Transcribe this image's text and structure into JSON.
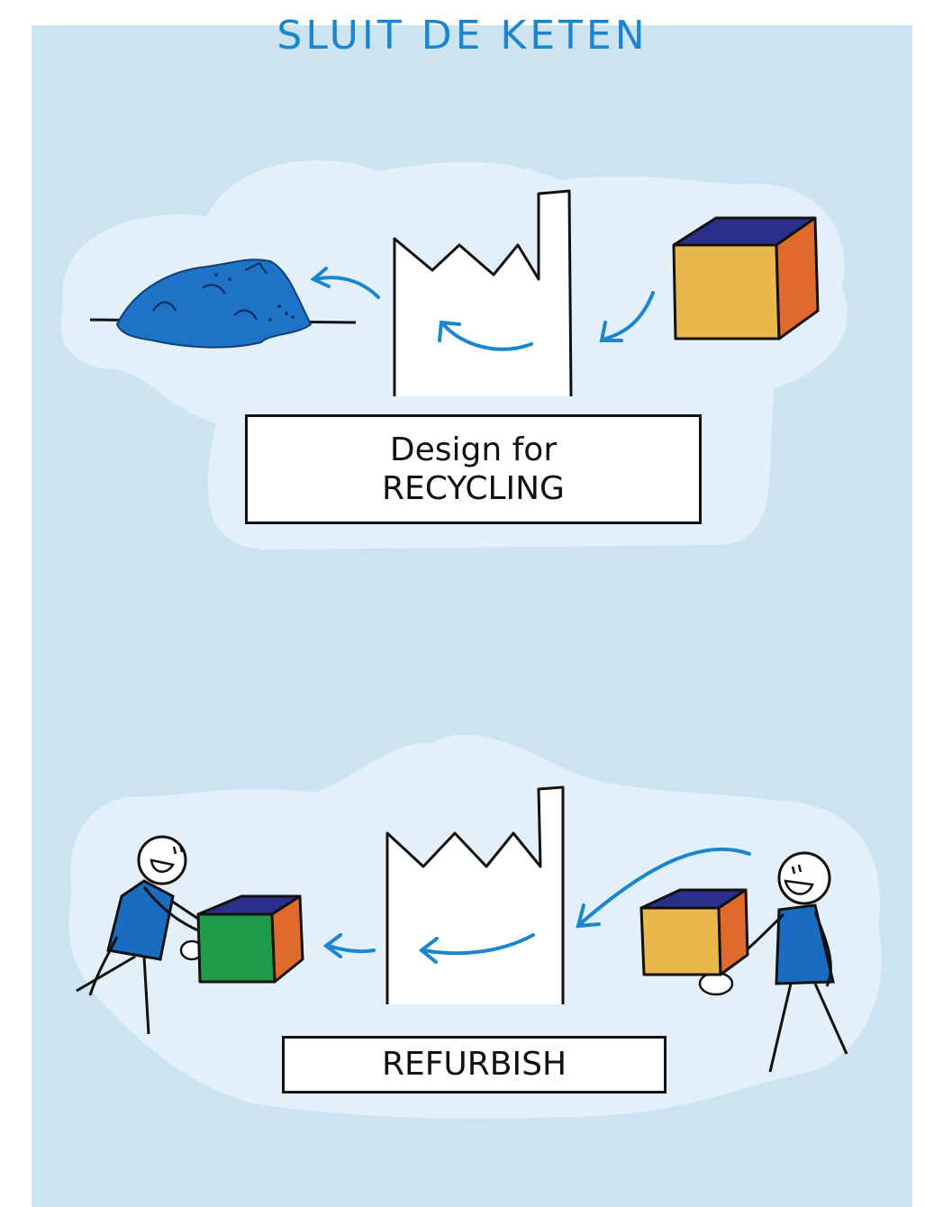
{
  "title": "SLUIT DE KETEN",
  "panels": [
    {
      "label_line1": "Design for",
      "label_line2": "RECYCLING"
    },
    {
      "label_line1": "REFURBISH"
    }
  ],
  "colors": {
    "background": "#cce3f1",
    "cloud": "#e4f0f9",
    "accent_blue": "#1a86d0",
    "box_yellow": "#e8b84a",
    "box_orange": "#e06a2c",
    "box_navy": "#2a2f8c",
    "box_green": "#1e9a4a",
    "figure_blue": "#1a6cc0"
  }
}
